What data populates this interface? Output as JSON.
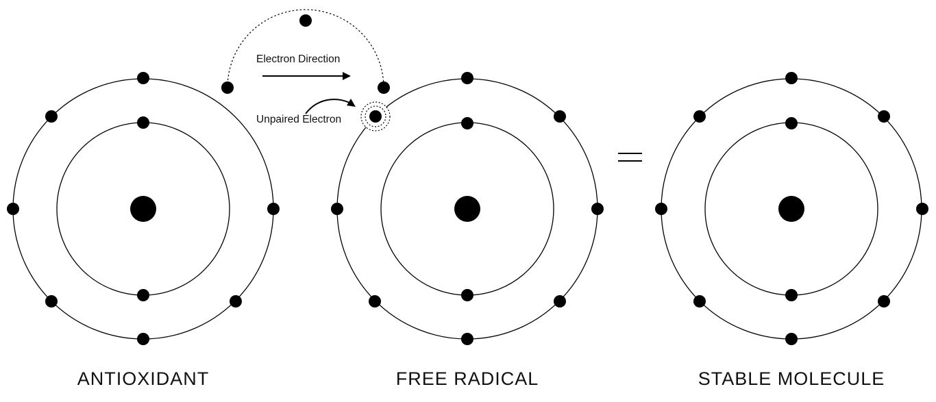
{
  "atoms": [
    {
      "label": "ANTIOXIDANT"
    },
    {
      "label": "FREE RADICAL"
    },
    {
      "label": "STABLE MOLECULE"
    }
  ],
  "annotations": {
    "electron_direction": "Electron Direction",
    "unpaired_electron": "Unpaired Electron"
  },
  "equals_symbol": "=",
  "colors": {
    "ink": "#000000",
    "background": "#ffffff"
  }
}
